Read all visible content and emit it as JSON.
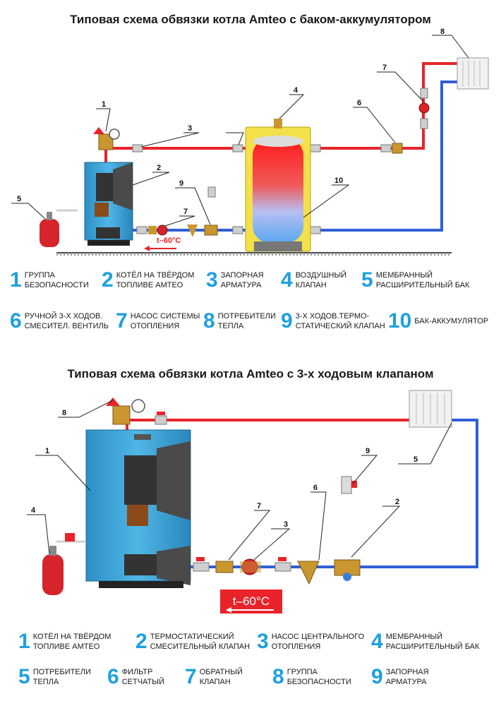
{
  "diagram1": {
    "title": "Типовая схема обвязки котла  Amteo с баком-аккумулятором",
    "temp_label": "t–60°C",
    "callouts": [
      "1",
      "2",
      "3",
      "4",
      "5",
      "6",
      "7",
      "7",
      "8",
      "9",
      "10"
    ],
    "legend": [
      {
        "num": "1",
        "text": "ГРУППА\nБЕЗОПАСНОСТИ"
      },
      {
        "num": "2",
        "text": "КОТЁЛ НА ТВЁРДОМ\nТОПЛИВЕ AMTEO"
      },
      {
        "num": "3",
        "text": "ЗАПОРНАЯ\nАРМАТУРА"
      },
      {
        "num": "4",
        "text": "ВОЗДУШНЫЙ\nКЛАПАН"
      },
      {
        "num": "5",
        "text": "МЕМБРАННЫЙ\nРАСШИРИТЕЛЬНЫЙ БАК"
      },
      {
        "num": "6",
        "text": "РУЧНОЙ 3-Х ХОДОВ.\nСМЕСИТЕЛ. ВЕНТИЛЬ"
      },
      {
        "num": "7",
        "text": "НАСОС СИСТЕМЫ\nОТОПЛЕНИЯ"
      },
      {
        "num": "8",
        "text": "ПОТРЕБИТЕЛИ\nТЕПЛА"
      },
      {
        "num": "9",
        "text": "3-Х ХОДОВ.ТЕРМО-\nСТАТИЧЕСКИЙ КЛАПАН"
      },
      {
        "num": "10",
        "text": "БАК-АККУМУЛЯТОР"
      }
    ]
  },
  "diagram2": {
    "title": "Типовая схема обвязки котла Amteo с 3-х  ходовым клапаном",
    "temp_label": "t–60°C",
    "callouts": [
      "1",
      "2",
      "3",
      "4",
      "5",
      "6",
      "7",
      "8",
      "9"
    ],
    "legend": [
      {
        "num": "1",
        "text": "КОТЁЛ НА ТВЁРДОМ\nТОПЛИВЕ AMTEO"
      },
      {
        "num": "2",
        "text": "ТЕРМОСТАТИЧЕСКИЙ\nСМЕСИТЕЛЬНЫЙ КЛАПАН"
      },
      {
        "num": "3",
        "text": "НАСОС ЦЕНТРАЛЬНОГО\nОТОПЛЕНИЯ"
      },
      {
        "num": "4",
        "text": "МЕМБРАННЫЙ\nРАСШИРИТЕЛЬНЫЙ БАК"
      },
      {
        "num": "5",
        "text": "ПОТРЕБИТЕЛИ\nТЕПЛА"
      },
      {
        "num": "6",
        "text": "ФИЛЬТР\nСЕТЧАТЫЙ"
      },
      {
        "num": "7",
        "text": "ОБРАТНЫЙ\nКЛАПАН"
      },
      {
        "num": "8",
        "text": "ГРУППА\nБЕЗОПАСНОСТИ"
      },
      {
        "num": "9",
        "text": "ЗАПОРНАЯ\nАРМАТУРА"
      }
    ]
  },
  "colors": {
    "hot": "#e8242a",
    "cold": "#2f5fd6",
    "accent": "#1ea0df",
    "boiler": "#3aa7dc",
    "tank_shell": "#f4e04a"
  }
}
